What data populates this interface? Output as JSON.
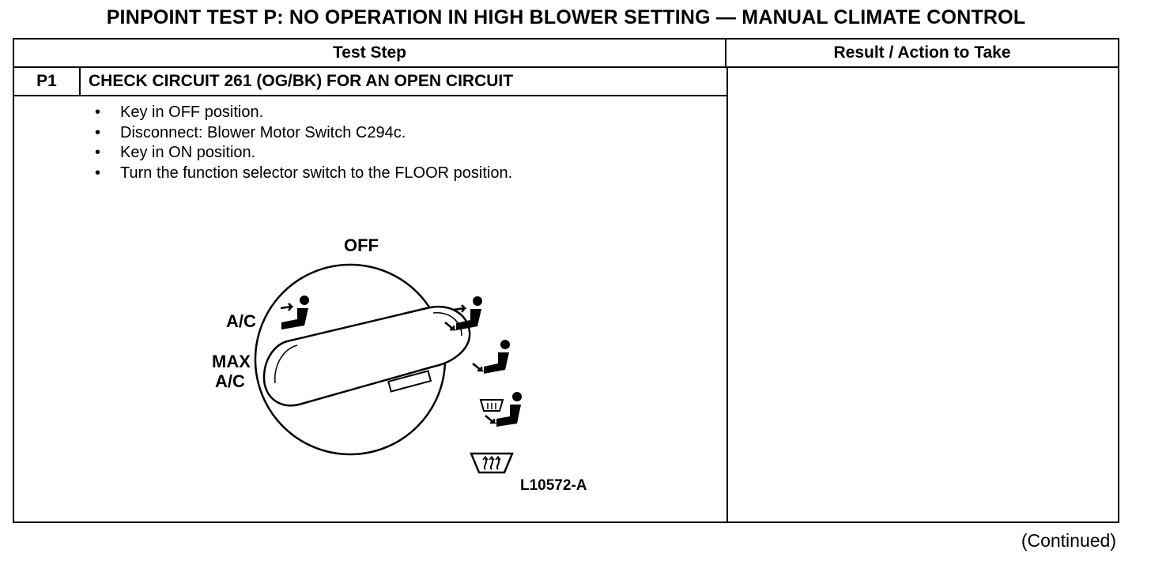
{
  "title": "PINPOINT TEST P: NO OPERATION IN HIGH BLOWER SETTING — MANUAL CLIMATE CONTROL",
  "table": {
    "headers": {
      "step": "Test Step",
      "result": "Result / Action to Take"
    },
    "rows": [
      {
        "id": "P1",
        "title": "CHECK CIRCUIT 261 (OG/BK) FOR AN OPEN CIRCUIT",
        "bullets": [
          "Key in OFF position.",
          "Disconnect: Blower Motor Switch C294c.",
          "Key in ON position.",
          "Turn the function selector switch to the FLOOR position."
        ],
        "figure": {
          "labels": {
            "off": "OFF",
            "ac": "A/C",
            "max_ac_line1": "MAX",
            "max_ac_line2": "A/C"
          },
          "icons": [
            "panel-vent-icon",
            "panel-floor-icon",
            "floor-icon",
            "floor-defrost-icon",
            "defrost-icon"
          ],
          "figure_id": "L10572-A"
        }
      }
    ]
  },
  "footer": {
    "continued": "(Continued)"
  }
}
